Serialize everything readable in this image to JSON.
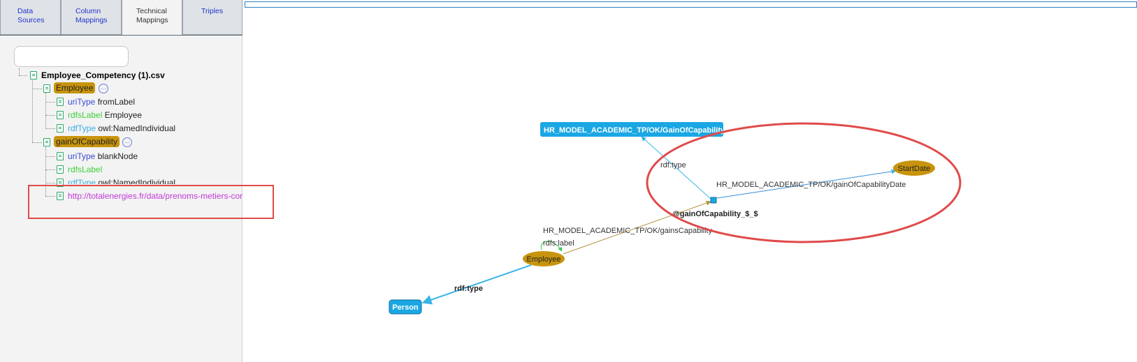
{
  "tabs": [
    {
      "label_line1": "Data",
      "label_line2": "Sources"
    },
    {
      "label_line1": "Column",
      "label_line2": "Mappings"
    },
    {
      "label_line1": "Technical",
      "label_line2": "Mappings"
    },
    {
      "label_line1": "Triples",
      "label_line2": ""
    }
  ],
  "search": {
    "placeholder": ""
  },
  "tree": {
    "root": "Employee_Competency (1).csv",
    "employee": {
      "label": "Employee",
      "more_icon": "ellipsis-circle-icon",
      "props": [
        {
          "key": "uriType",
          "value": "fromLabel"
        },
        {
          "key": "rdfsLabel",
          "value": "Employee"
        },
        {
          "key": "rdfType",
          "value": "owl:NamedIndividual"
        }
      ]
    },
    "gain": {
      "label": "gainOfCapability",
      "more_icon": "ellipsis-circle-icon",
      "props": [
        {
          "key": "uriType",
          "value": "blankNode"
        },
        {
          "key": "rdfsLabel",
          "value": ""
        },
        {
          "key": "rdfType",
          "value": "owl:NamedIndividual"
        }
      ],
      "link": "http://totalenergies.fr/data/prenoms-metiers-cor"
    }
  },
  "graph": {
    "nodes": {
      "gain_class": "HR_MODEL_ACADEMIC_TP/OK/GainOfCapability",
      "start_date": "StartDate",
      "blank": "@gainOfCapability_$_$",
      "employee": "Employee",
      "person": "Person"
    },
    "edges": {
      "rdf_type_upper": "rdf:type",
      "date_prop": "HR_MODEL_ACADEMIC_TP/OK/gainOfCapabilityDate",
      "gains_prop": "HR_MODEL_ACADEMIC_TP/OK/gainsCapability",
      "rdfs_label": "rdfs:label",
      "rdf_type_lower": "rdf:type"
    }
  },
  "colors": {
    "class_node": "#1aa7e3",
    "instance_node": "#c8940c",
    "highlight": "#e04a4a",
    "edge_blue": "#3ab4e6",
    "edge_gold": "#b0913a"
  }
}
